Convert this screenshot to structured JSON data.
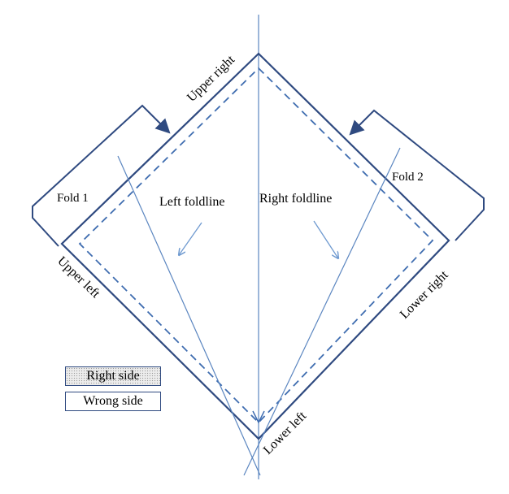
{
  "colors": {
    "outline": "#2f4a80",
    "fold_line": "#5b86c0",
    "dashed": "#3f6db0",
    "arrow": "#6f9ad0",
    "text": "#000000"
  },
  "corners": {
    "upper_right": "Upper right",
    "upper_left": "Upper left",
    "lower_right": "Lower right",
    "lower_left": "Lower left"
  },
  "folds": {
    "fold1": "Fold 1",
    "fold2": "Fold 2",
    "left_foldline": "Left foldline",
    "right_foldline": "Right foldline"
  },
  "legend": {
    "right_side": "Right side",
    "wrong_side": "Wrong side"
  }
}
